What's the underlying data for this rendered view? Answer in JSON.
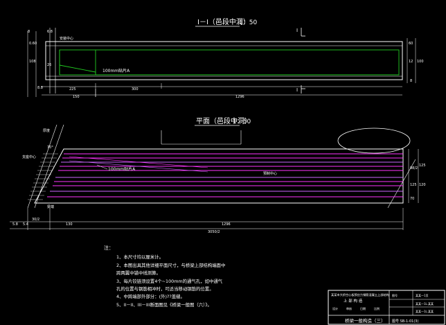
{
  "colors": {
    "background": "#000000",
    "line": "#ffffff",
    "steel": "#ff33ff",
    "steel_alt": "#cc66ff",
    "green": "#22cc22",
    "cyan": "#22dddd",
    "yellow": "#e6e600"
  },
  "section_view": {
    "title": "I－I（邑段中洞）",
    "scale": "1：50",
    "cut_mark": "I",
    "label_center": "安装中心",
    "label_strand": "100mm贴片A",
    "dims_left": [
      "8",
      "0.60",
      "108",
      "26",
      "8.8",
      "6.8"
    ],
    "dims_right": [
      "60",
      "12",
      "100",
      "8"
    ],
    "dims_bottom": [
      "225",
      "300",
      "150",
      "1296"
    ]
  },
  "plan_view": {
    "title": "平面（邑段中洞）",
    "scale": "1：50",
    "label_thickness": "厚度",
    "label_pier": "支座中心",
    "label_strand": "100mm贴片A",
    "label_center": "预制中心",
    "label_slope": "梁端",
    "angle": "70°",
    "dims_right": [
      "98/2",
      "125",
      "125",
      "120",
      "70"
    ],
    "dims_bottom_left": [
      "5.8",
      "5.4",
      "30/2"
    ],
    "dims_bottom": [
      "130",
      "1296",
      "3050/2"
    ]
  },
  "notes": {
    "heading": "注：",
    "lines": [
      "1、本尺寸均以厘米计。",
      "2、本图出具其他详细平面尺寸，与桥梁上部结构端面中",
      "跨两翼中锚中线测算。",
      "3、每片铰链须设置4个~100mm的通气孔，如中通气",
      "孔的位置与钢筋相冲时，可适当移动钢筋的位置。",
      "4、中跨端部外部分：(外)??盖缝。",
      "5、II－II、III－III断面图见《桥梁一般图（六）》。"
    ]
  },
  "title_block": {
    "project": "某某市大桥空心板预应力钢筋混凝土上部结构",
    "part": "上 部 构 造",
    "design": "设计",
    "review": "审核",
    "date": "日期",
    "scale_label": "比例",
    "drawing_name": "桥梁一般构造（三）",
    "corner": "图号",
    "sheet": "某某一1页",
    "code1": "某某一1L.某某",
    "code2": "某某一1L.某某",
    "number": "图号 SB-1-01(3)"
  }
}
